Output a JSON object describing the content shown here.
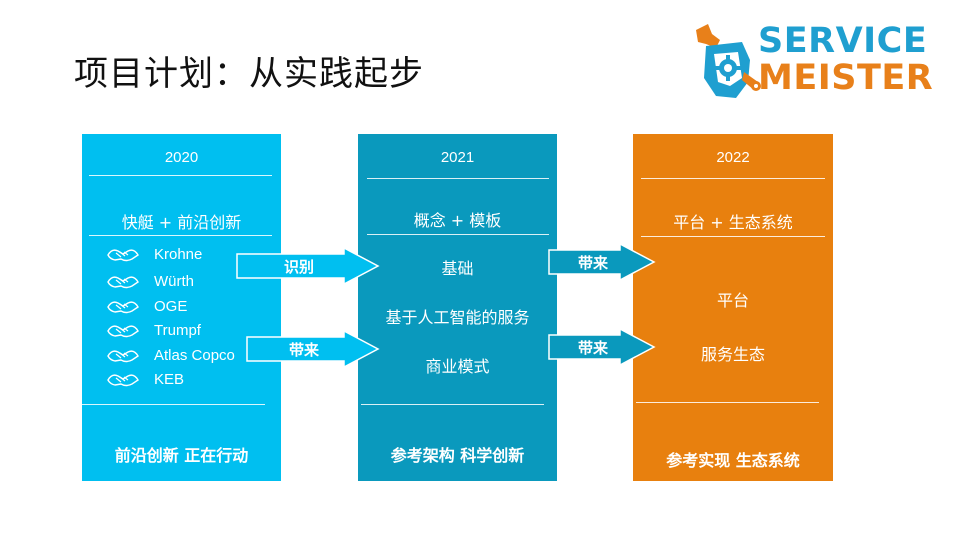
{
  "title": "项目计划：从实践起步",
  "logo": {
    "line1": "SERVICE",
    "line2": "MEISTER"
  },
  "columns": [
    {
      "year": "2020",
      "subtitle": "快艇 + 前沿创新",
      "companies": [
        "Krohne",
        "Würth",
        "OGE",
        "Trumpf",
        "Atlas Copco",
        "KEB"
      ],
      "footer": "前沿创新 正在行动"
    },
    {
      "year": "2021",
      "subtitle": "概念 + 模板",
      "items": [
        "基础",
        "基于人工智能的服务",
        "商业模式"
      ],
      "footer": "参考架构 科学创新"
    },
    {
      "year": "2022",
      "subtitle": "平台 + 生态系统",
      "items": [
        "平台",
        "服务生态"
      ],
      "footer": "参考实现 生态系统"
    }
  ],
  "arrows": [
    {
      "label": "识别"
    },
    {
      "label": "带来"
    },
    {
      "label": "带来"
    },
    {
      "label": "带来"
    }
  ],
  "colors": {
    "col2020": "#00bff0",
    "col2021": "#0a99bd",
    "col2022": "#e8800e",
    "logo_blue": "#1f9fd0",
    "logo_orange": "#e8801a"
  },
  "icons": [
    "handshake-icon",
    "wrench-icon",
    "gear-icon"
  ]
}
